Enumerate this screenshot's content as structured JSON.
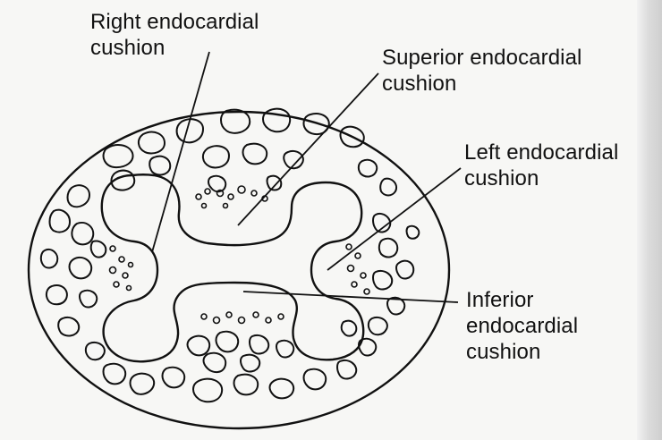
{
  "labels": {
    "right": "Right endocardial\ncushion",
    "superior": "Superior endocardial\ncushion",
    "left": "Left endocardial\ncushion",
    "inferior": "Inferior\nendocardial\ncushion"
  }
}
